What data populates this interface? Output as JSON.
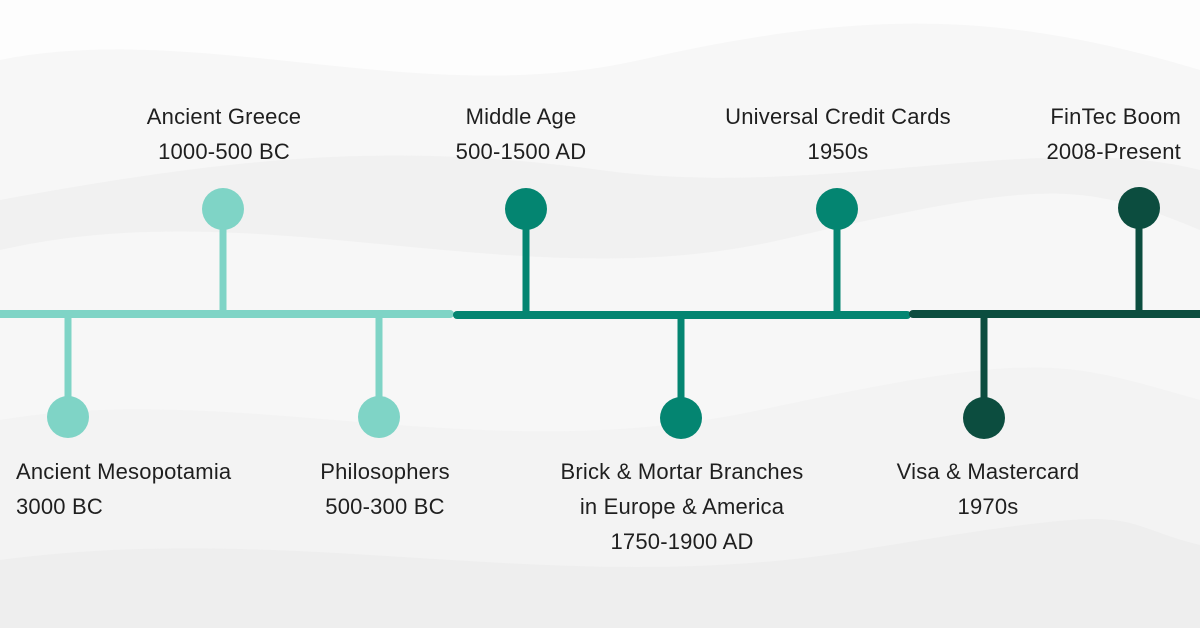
{
  "colors": {
    "era1": "#7fd4c6",
    "era2": "#048571",
    "era3": "#0c4d3f",
    "background": "#f7f7f7"
  },
  "events": [
    {
      "id": "ancient-mesopotamia",
      "title": "Ancient Mesopotamia",
      "period": "3000 BC",
      "era": 1,
      "side": "below"
    },
    {
      "id": "ancient-greece",
      "title": "Ancient Greece",
      "period": "1000-500 BC",
      "era": 1,
      "side": "above"
    },
    {
      "id": "philosophers",
      "title": "Philosophers",
      "period": "500-300 BC",
      "era": 1,
      "side": "below"
    },
    {
      "id": "middle-age",
      "title": "Middle Age",
      "period": "500-1500 AD",
      "era": 2,
      "side": "above"
    },
    {
      "id": "brick-mortar",
      "title_line1": "Brick & Mortar Branches",
      "title_line2": "in Europe & America",
      "period": "1750-1900 AD",
      "era": 2,
      "side": "below"
    },
    {
      "id": "universal-credit-cards",
      "title": "Universal Credit Cards",
      "period": "1950s",
      "era": 2,
      "side": "above"
    },
    {
      "id": "visa-mastercard",
      "title": "Visa & Mastercard",
      "period": "1970s",
      "era": 3,
      "side": "below"
    },
    {
      "id": "fintec-boom",
      "title": "FinTec Boom",
      "period": "2008-Present",
      "era": 3,
      "side": "above"
    }
  ]
}
